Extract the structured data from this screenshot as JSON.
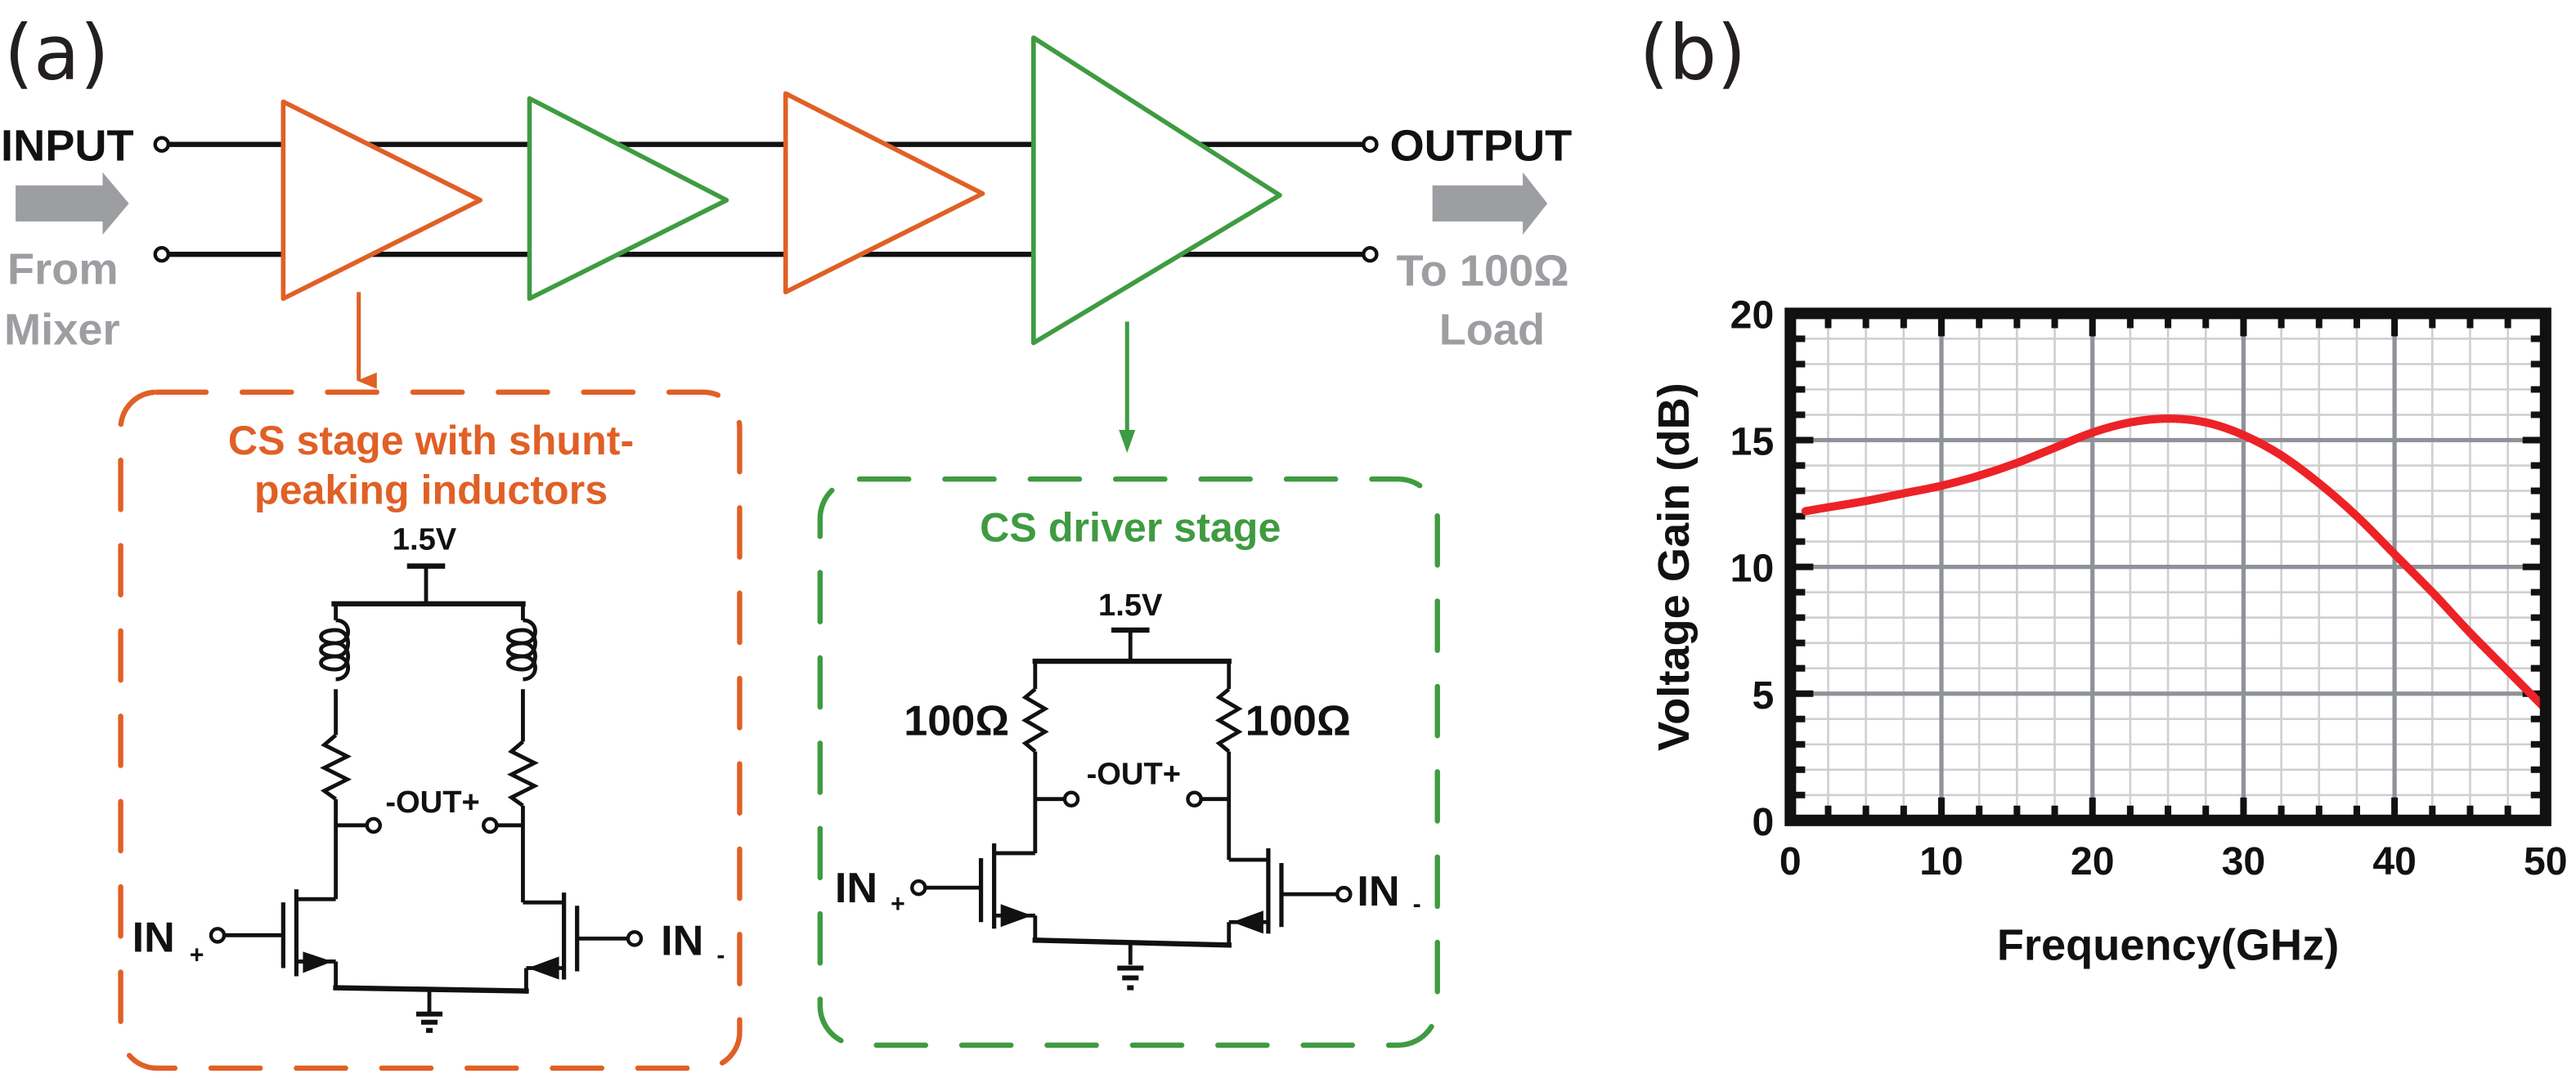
{
  "panel_a": {
    "label": "(a)",
    "input_label": "INPUT",
    "input_source_line1": "From",
    "input_source_line2": "Mixer",
    "output_label": "OUTPUT",
    "output_load_line1": "To 100Ω",
    "output_load_line2": "Load",
    "stages": [
      {
        "type": "CS stage with shunt-peaking inductors",
        "color": "#e06026"
      },
      {
        "type": "CS driver stage",
        "color": "#3f9b41"
      },
      {
        "type": "CS stage with shunt-peaking inductors",
        "color": "#e06026"
      },
      {
        "type": "CS driver stage",
        "color": "#3f9b41"
      }
    ],
    "colors": {
      "orange": "#e06026",
      "green": "#3f9b41",
      "gray_arrow": "#9d9ea2"
    },
    "box_shunt": {
      "title_line1": "CS stage with shunt-",
      "title_line2": "peaking inductors",
      "supply": "1.5V",
      "output": "-OUT+",
      "in_plus": "IN",
      "in_plus_sub": "+",
      "in_minus": "IN",
      "in_minus_sub": "-"
    },
    "box_driver": {
      "title": "CS driver stage",
      "supply": "1.5V",
      "r_left": "100Ω",
      "r_right": "100Ω",
      "output": "-OUT+",
      "in_plus": "IN",
      "in_plus_sub": "+",
      "in_minus": "IN",
      "in_minus_sub": "-"
    }
  },
  "panel_b": {
    "label": "(b)"
  },
  "chart_data": {
    "type": "line",
    "title": "",
    "xlabel": "Frequency(GHz)",
    "ylabel": "Voltage Gain (dB)",
    "xlim": [
      0,
      50
    ],
    "ylim": [
      0,
      20
    ],
    "xticks": [
      0,
      10,
      20,
      30,
      40,
      50
    ],
    "yticks": [
      0,
      5,
      10,
      15,
      20
    ],
    "grid": true,
    "legend": null,
    "series": [
      {
        "name": "Voltage Gain",
        "color": "#ec2227",
        "x": [
          1,
          3,
          5,
          7.5,
          10,
          12.5,
          15,
          17.5,
          20,
          22.5,
          25,
          27.5,
          30,
          32.5,
          35,
          37.5,
          40,
          42.5,
          45,
          47.5,
          50
        ],
        "y": [
          12.2,
          12.4,
          12.6,
          12.9,
          13.2,
          13.6,
          14.1,
          14.7,
          15.3,
          15.7,
          15.85,
          15.7,
          15.2,
          14.4,
          13.3,
          12.0,
          10.5,
          9.0,
          7.4,
          5.9,
          4.4
        ]
      }
    ]
  }
}
